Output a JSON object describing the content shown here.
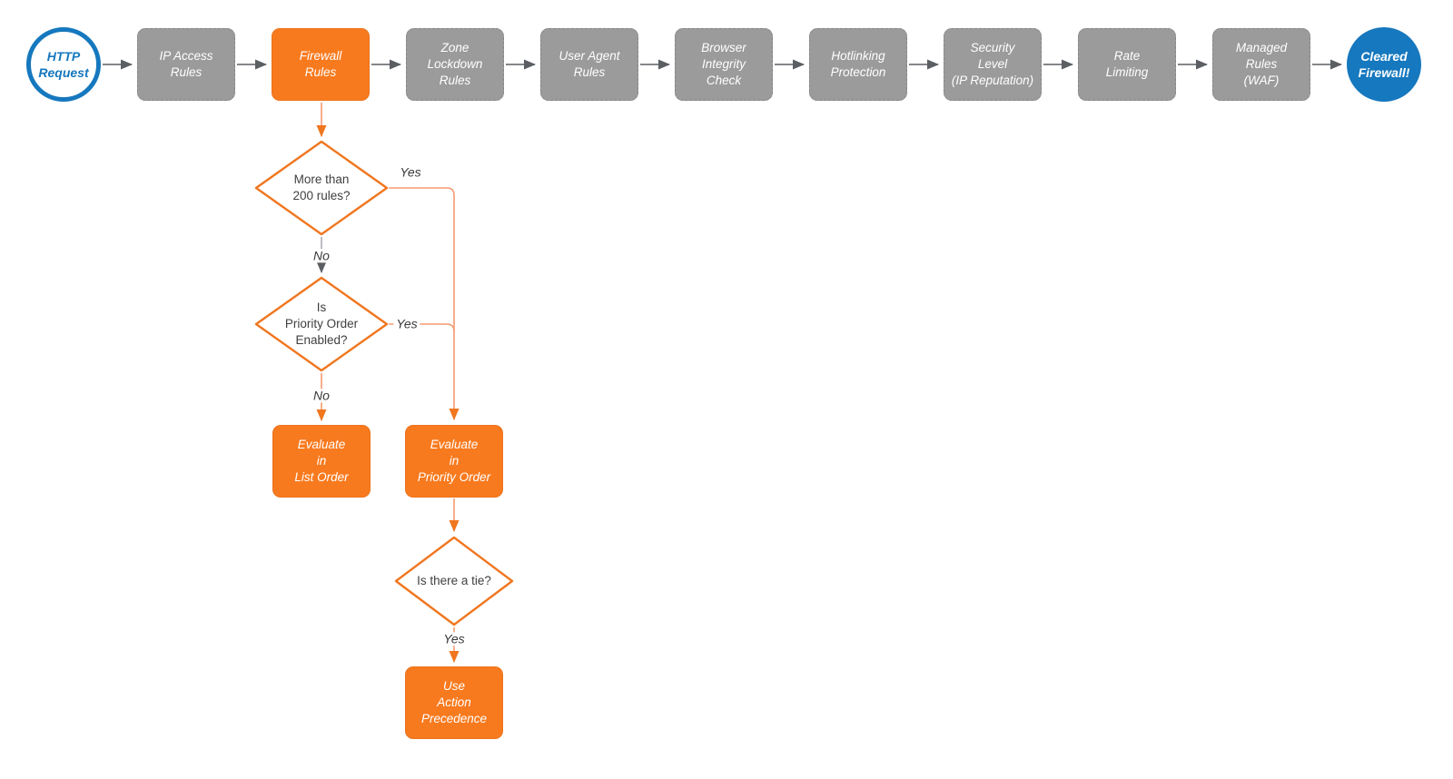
{
  "flow": {
    "pipeline": [
      {
        "id": "http-request",
        "label": "HTTP\nRequest",
        "shape": "circle",
        "state": "start"
      },
      {
        "id": "ip-access-rules",
        "label": "IP Access\nRules",
        "shape": "box",
        "state": "default"
      },
      {
        "id": "firewall-rules",
        "label": "Firewall\nRules",
        "shape": "box",
        "state": "highlighted"
      },
      {
        "id": "zone-lockdown-rules",
        "label": "Zone\nLockdown\nRules",
        "shape": "box",
        "state": "default"
      },
      {
        "id": "user-agent-rules",
        "label": "User Agent\nRules",
        "shape": "box",
        "state": "default"
      },
      {
        "id": "browser-integrity-check",
        "label": "Browser\nIntegrity\nCheck",
        "shape": "box",
        "state": "default"
      },
      {
        "id": "hotlinking-protection",
        "label": "Hotlinking\nProtection",
        "shape": "box",
        "state": "default"
      },
      {
        "id": "security-level",
        "label": "Security\nLevel\n(IP Reputation)",
        "shape": "box",
        "state": "default"
      },
      {
        "id": "rate-limiting",
        "label": "Rate\nLimiting",
        "shape": "box",
        "state": "default"
      },
      {
        "id": "managed-rules-waf",
        "label": "Managed\nRules\n(WAF)",
        "shape": "box",
        "state": "default"
      },
      {
        "id": "cleared-firewall",
        "label": "Cleared\nFirewall!",
        "shape": "circle",
        "state": "end"
      }
    ],
    "decisions": [
      {
        "id": "more-than-200-rules",
        "label": "More than\n200 rules?",
        "yes_label": "Yes",
        "no_label": "No"
      },
      {
        "id": "priority-order-enabled",
        "label": "Is\nPriority Order\nEnabled?",
        "yes_label": "Yes",
        "no_label": "No"
      },
      {
        "id": "is-there-a-tie",
        "label": "Is there a tie?",
        "yes_label": "Yes"
      }
    ],
    "actions": [
      {
        "id": "evaluate-list-order",
        "label": "Evaluate\nin\nList Order"
      },
      {
        "id": "evaluate-priority-order",
        "label": "Evaluate\nin\nPriority Order"
      },
      {
        "id": "use-action-precedence",
        "label": "Use\nAction\nPrecedence"
      }
    ],
    "colors": {
      "accent_orange": "#F87A1E",
      "orange_stroke": "#F0761F",
      "orange_line": "#F59B70",
      "node_gray": "#9B9B9B",
      "arrow_dark_gray": "#5B5E63",
      "light_gray_line": "#ABAEB2",
      "brand_blue": "#1678BE",
      "text_dark": "#3F3F3F",
      "node_text": "#FFFFFF"
    }
  }
}
